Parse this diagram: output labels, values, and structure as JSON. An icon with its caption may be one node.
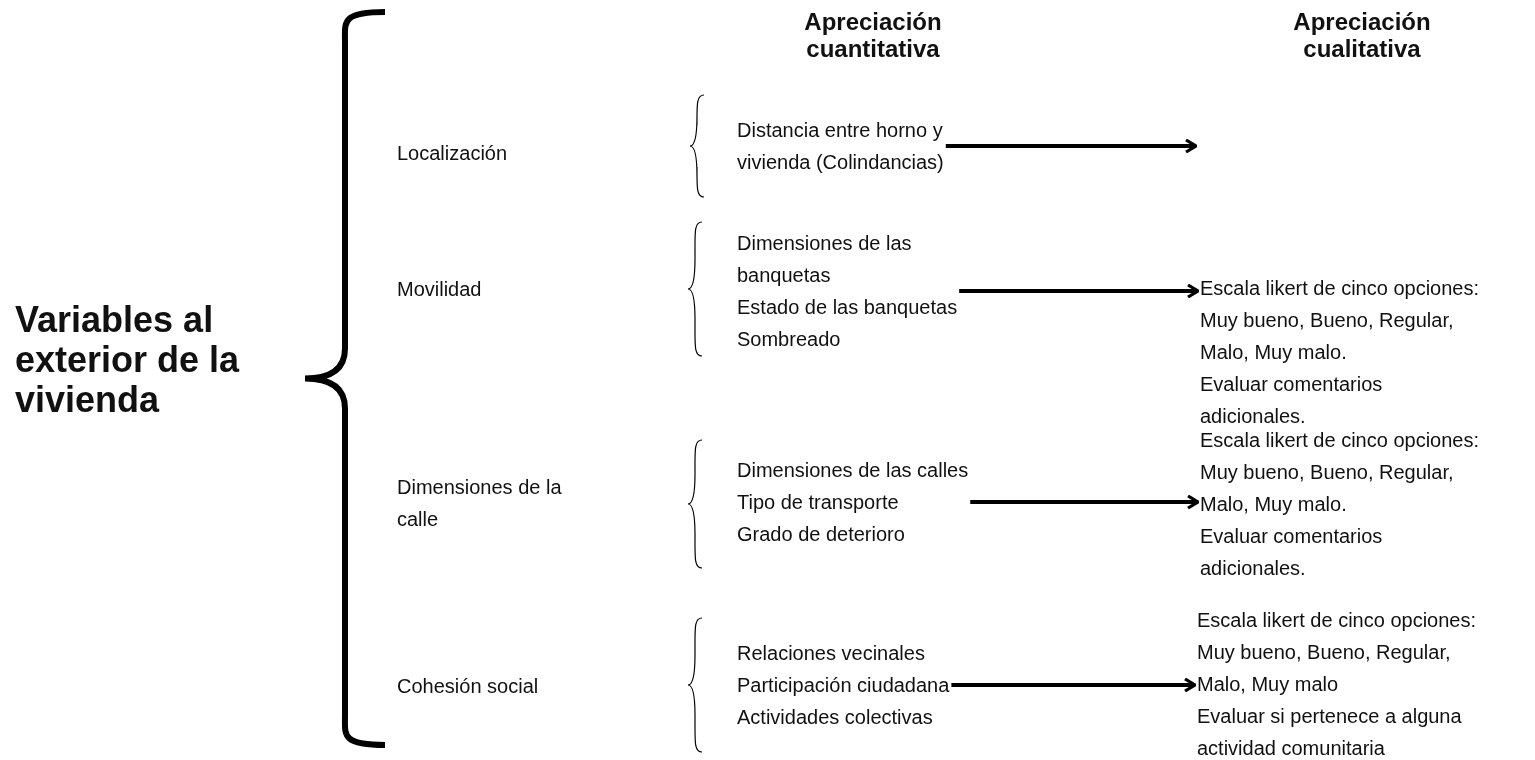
{
  "diagram": {
    "nodes": [
      {
        "text": [
          "Variables al exterior de la vivienda"
        ]
      },
      {
        "text": [
          "Localización"
        ]
      },
      {
        "text": [
          "Movilidad"
        ]
      },
      {
        "text": [
          "Dimensiones de la calle"
        ]
      },
      {
        "text": [
          "Cohesión social"
        ]
      },
      {
        "text": [
          "Distancia entre horno y vivienda (Colindancias)"
        ]
      },
      {
        "text": [
          "Dimensiones de las banquetas",
          "Estado de las banquetas",
          "Sombreado"
        ]
      },
      {
        "text": [
          "Dimensiones de las calles",
          "Tipo de transporte",
          "Grado de deterioro"
        ]
      },
      {
        "text": [
          "Relaciones vecinales",
          "Participación ciudadana",
          "Actividades colectivas"
        ]
      },
      {
        "text": [
          "Escala likert de cinco opciones: Muy bueno, Bueno, Regular, Malo, Muy malo.",
          "Evaluar comentarios adicionales."
        ]
      },
      {
        "text": [
          "Escala likert de cinco opciones: Muy bueno, Bueno, Regular, Malo, Muy malo.",
          "Evaluar comentarios adicionales."
        ]
      },
      {
        "text": [
          "Escala likert de cinco opciones: Muy bueno, Bueno, Regular, Malo, Muy malo",
          "Evaluar si pertenece a alguna actividad comunitaria"
        ]
      }
    ],
    "edges": [
      {
        "from": 5,
        "to": null,
        "arrow": "to"
      },
      {
        "from": 6,
        "to": 9,
        "arrow": "to"
      },
      {
        "from": 7,
        "to": 10,
        "arrow": "to"
      },
      {
        "from": 8,
        "to": 11,
        "arrow": "to"
      }
    ],
    "labels": [
      "Apreciación cuantitativa",
      "Apreciación cualitativa"
    ]
  }
}
